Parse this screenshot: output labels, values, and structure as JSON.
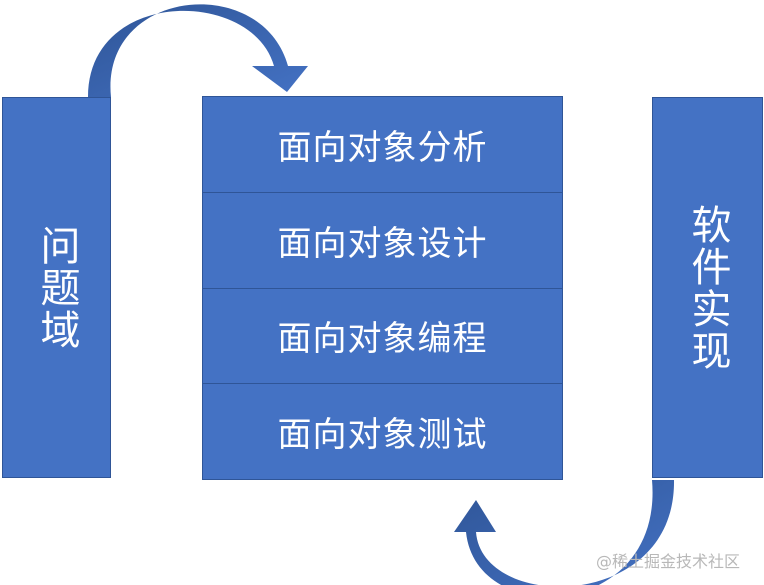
{
  "diagram": {
    "left_label": "问题域",
    "right_label": "软件实现",
    "stages": [
      {
        "label": "面向对象分析"
      },
      {
        "label": "面向对象设计"
      },
      {
        "label": "面向对象编程"
      },
      {
        "label": "面向对象测试"
      }
    ],
    "colors": {
      "box_fill": "#4472C4",
      "box_border": "#2F5597",
      "arrow": "#4472C4",
      "text": "#FFFFFF"
    }
  },
  "watermark": "@稀土掘金技术社区"
}
